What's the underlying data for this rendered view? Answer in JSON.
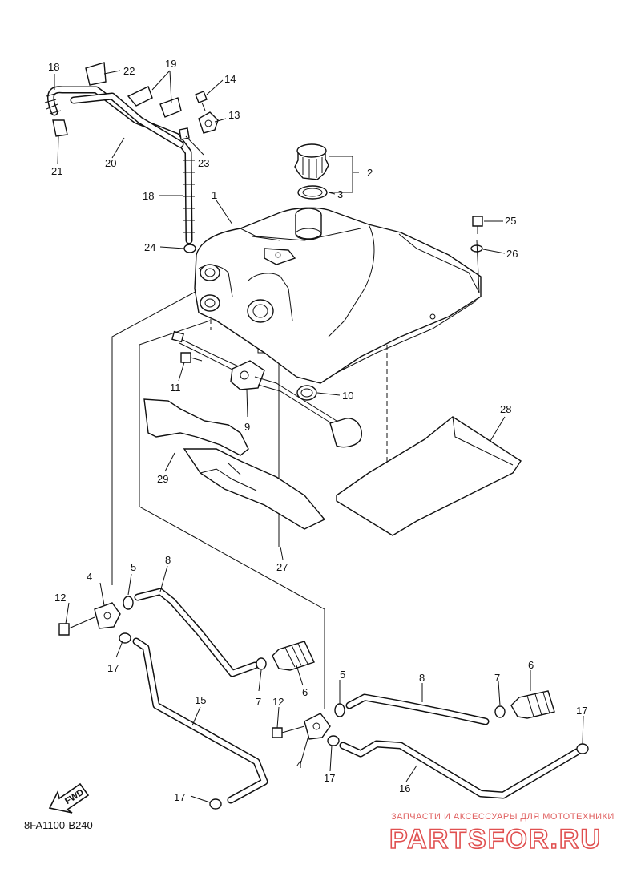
{
  "diagram": {
    "callouts": {
      "c1": "1",
      "c2": "2",
      "c3": "3",
      "c4a": "4",
      "c4b": "4",
      "c5a": "5",
      "c5b": "5",
      "c6a": "6",
      "c6b": "6",
      "c7a": "7",
      "c7b": "7",
      "c8a": "8",
      "c8b": "8",
      "c9": "9",
      "c10": "10",
      "c11": "11",
      "c12a": "12",
      "c12b": "12",
      "c13": "13",
      "c14": "14",
      "c15": "15",
      "c16": "16",
      "c17a": "17",
      "c17b": "17",
      "c17c": "17",
      "c17d": "17",
      "c18a": "18",
      "c18b": "18",
      "c19": "19",
      "c20": "20",
      "c21": "21",
      "c22": "22",
      "c23": "23",
      "c24": "24",
      "c25": "25",
      "c26": "26",
      "c27": "27",
      "c28": "28",
      "c29": "29"
    },
    "diagram_code": "8FA1100-B240",
    "fwd_label": "FWD"
  },
  "watermark": {
    "tagline": "ЗАПЧАСТИ И АКСЕССУАРЫ ДЛЯ МОТОТЕХНИКИ",
    "brand": "PARTSFOR.RU",
    "color": "#e05050"
  }
}
